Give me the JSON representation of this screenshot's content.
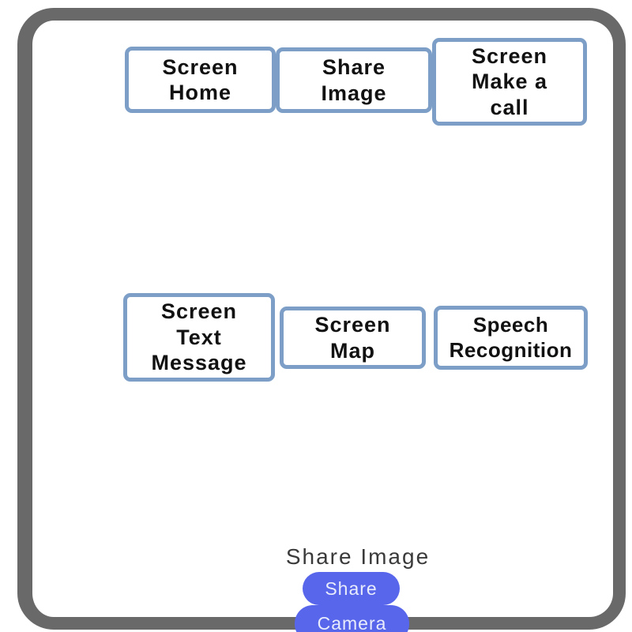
{
  "frame": {
    "name": "phone-preview-frame",
    "color": "#696969"
  },
  "screen_buttons": {
    "border_color": "#7d9fc7",
    "top_row": [
      {
        "id": "screen-home",
        "label": "Screen\nHome"
      },
      {
        "id": "share-image",
        "label": "Share\nImage"
      },
      {
        "id": "screen-make-a-call",
        "label": "Screen\nMake a\ncall"
      }
    ],
    "middle_row": [
      {
        "id": "screen-text-message",
        "label": "Screen\nText\nMessage"
      },
      {
        "id": "screen-map",
        "label": "Screen\nMap"
      },
      {
        "id": "speech-recognition",
        "label": "Speech\nRecognition"
      }
    ]
  },
  "bottom_panel": {
    "title": "Share Image",
    "accent_color": "#5866ec",
    "share_button_label": "Share",
    "camera_button_label": "Camera"
  }
}
